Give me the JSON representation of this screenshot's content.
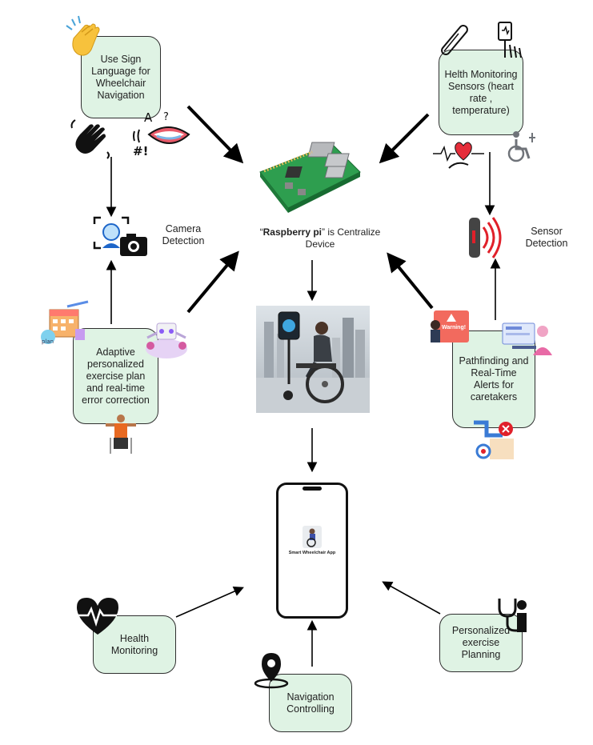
{
  "boxes": {
    "sign_language": "Use Sign Language for Wheelchair Navigation",
    "health_sensors": "Helth Monitoring Sensors (heart rate , temperature)",
    "adaptive_exercise": "Adaptive personalized exercise plan and real-time error correction",
    "pathfinding": "Pathfinding and Real-Time Alerts for caretakers",
    "health_monitoring": "Health Monitoring",
    "navigation": "Navigation Controlling",
    "exercise_planning": "Personalized exercise Planning"
  },
  "labels": {
    "camera_detection": "Camera Detection",
    "sensor_detection": "Sensor Detection",
    "raspberry_quote_open": "“",
    "raspberry_name": "Raspberry pi",
    "raspberry_rest": "” is Centralize Device"
  },
  "app": {
    "name": "Smart Wheelchair App"
  },
  "icons": {
    "sign_hand_symbols": "A ? #!",
    "warning_title": "Warning!"
  }
}
